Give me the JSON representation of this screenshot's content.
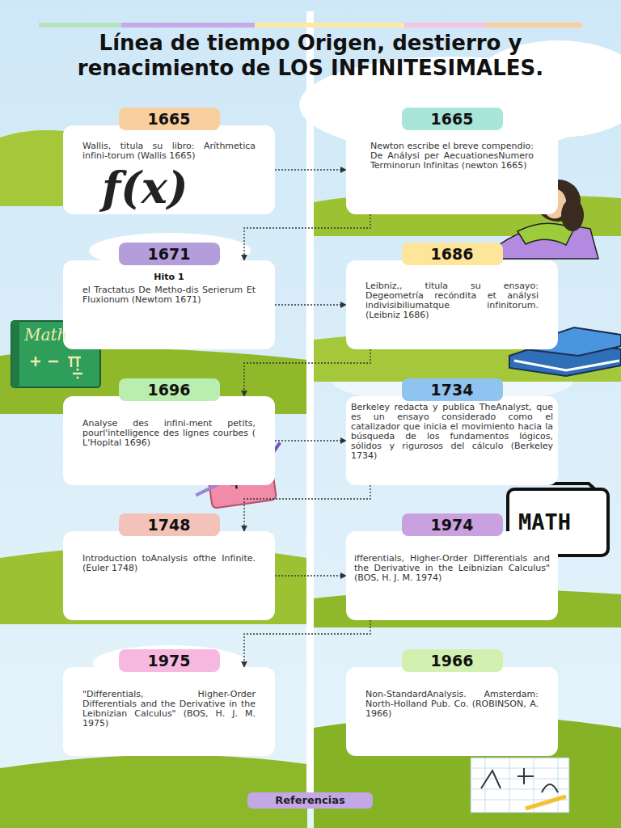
{
  "diagram": {
    "title": "Línea de tiempo Origen, destierro y renacimiento de LOS INFINITESIMALES.",
    "nodes": [
      {
        "text": [
          "1665",
          "Wallis, titula su libro: Aríthmetica infini-torum (Wallis 1665)"
        ]
      },
      {
        "text": [
          "1665",
          "Newton escribe el breve compendio: De Análysi per AecuationesNumero Terminorun Infinitas (newton 1665)"
        ]
      },
      {
        "text": [
          "1671",
          "Hito 1",
          "el Tractatus De Metho-dis Serierum Et Fluxionum (Newtom 1671)"
        ]
      },
      {
        "text": [
          "1686",
          "Leibniz,, titula su ensayo: Degeometría recóndita et análysi indivisibiliumatque infinitorum. (Leibniz 1686)"
        ]
      },
      {
        "text": [
          "1696",
          "Analyse des infini-ment petits, pourl'intelligence des lignes courbes ( L'Hopital 1696)"
        ]
      },
      {
        "text": [
          "1734",
          "Berkeley redacta y publica TheAnalyst, que es un ensayo considerado como el catalizador que inicia el movimiento hacia la búsqueda de los fundamentos lógicos, sólidos y rigurosos del cálculo (Berkeley 1734)"
        ]
      },
      {
        "text": [
          "1748",
          "Introduction toAnalysis ofthe Infinite. (Euler 1748)"
        ]
      },
      {
        "text": [
          "1974",
          "ifferentials, Higher-Order Differentials and the Derivative in the Leibnizian Calculus\" (BOS, H. J. M. 1974)"
        ]
      },
      {
        "text": [
          "1975",
          "\"Differentials, Higher-Order Differentials and the Derivative in the Leibnizian Calculus\" (BOS, H. J. M. 1975)"
        ]
      },
      {
        "text": [
          "1966",
          "Non-StandardAnalysis. Amsterdam: North-Holland Pub. Co. (ROBINSON, A. 1966)"
        ]
      },
      {
        "text": [
          "Referencias"
        ]
      }
    ],
    "edges": [
      {
        "from": 0,
        "to": 1,
        "arrow": "to"
      },
      {
        "from": 1,
        "to": 2,
        "arrow": "to"
      },
      {
        "from": 2,
        "to": 3,
        "arrow": "to"
      },
      {
        "from": 3,
        "to": 4,
        "arrow": "to"
      },
      {
        "from": 4,
        "to": 5,
        "arrow": "to"
      },
      {
        "from": 5,
        "to": 6,
        "arrow": "to"
      },
      {
        "from": 6,
        "to": 7,
        "arrow": "to"
      },
      {
        "from": 7,
        "to": 8,
        "arrow": "to"
      }
    ],
    "labels": [
      "f(x)",
      "Math",
      "MATH"
    ]
  }
}
